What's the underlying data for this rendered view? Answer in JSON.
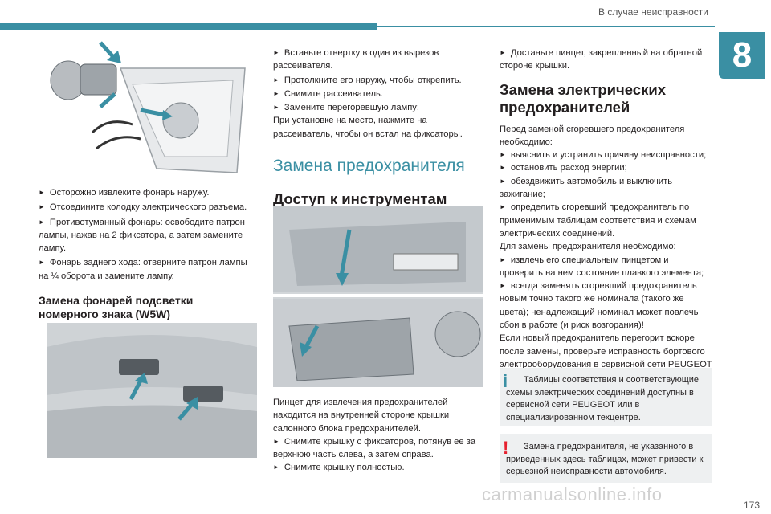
{
  "header": {
    "section_title": "В случае неисправности",
    "chapter": "8",
    "page_number": "173"
  },
  "watermark": "carmanualsonline.info",
  "col1": {
    "bullets": [
      "Осторожно извлеките фонарь наружу.",
      "Отсоедините колодку электрического разъема.",
      "Противотуманный фонарь: освободите патрон лампы, нажав на 2 фиксатора, а затем замените лампу.",
      "Фонарь заднего хода: отверните патрон лампы на ¼ оборота и замените лампу."
    ],
    "heading": "Замена фонарей подсветки номерного знака (W5W)"
  },
  "col2": {
    "bullets": [
      "Вставьте отвертку в один из вырезов рассеивателя.",
      "Протолкните его наружу, чтобы открепить.",
      "Снимите рассеиватель.",
      "Замените перегоревшую лампу:"
    ],
    "para": "При установке на место, нажмите на рассеиватель, чтобы он встал на фиксаторы.",
    "section_heading": "Замена предохранителя",
    "sub_heading": "Доступ к инструментам",
    "para2": "Пинцет для извлечения предохранителей находится на внутренней стороне крышки салонного блока предохранителей.",
    "bullets2": [
      "Снимите крышку с фиксаторов, потянув ее за верхнюю часть слева, а затем справа.",
      "Снимите крышку полностью."
    ]
  },
  "col3": {
    "bullet_top": "Достаньте пинцет, закрепленный на обратной стороне крышки.",
    "heading": "Замена электрических предохранителей",
    "intro": "Перед заменой сгоревшего предохранителя необходимо:",
    "bullets": [
      "выяснить и устранить причину неисправности;",
      "остановить расход энергии;",
      "обездвижить автомобиль и выключить зажигание;",
      "определить сгоревший предохранитель по применимым таблицам соответствия и схемам электрических соединений."
    ],
    "intro2": "Для замены предохранителя необходимо:",
    "bullets2": [
      "извлечь его специальным пинцетом и проверить на нем состояние плавкого элемента;",
      "всегда заменять сгоревший предохранитель новым точно такого же номинала (такого же цвета); ненадлежащий номинал может повлечь сбои в работе (и риск возгорания)!"
    ],
    "para": "Если новый предохранитель перегорит вскоре после замены, проверьте исправность бортового электрооборудования в сервисной сети PEUGEOT или в специализированный техцентр.",
    "note_info": "Таблицы соответствия и соответствующие схемы электрических соединений доступны в сервисной сети PEUGEOT или в специализированном техцентре.",
    "note_warn": "Замена предохранителя, не указанного в приведенных здесь таблицах, может привести к серьезной неисправности автомобиля."
  }
}
